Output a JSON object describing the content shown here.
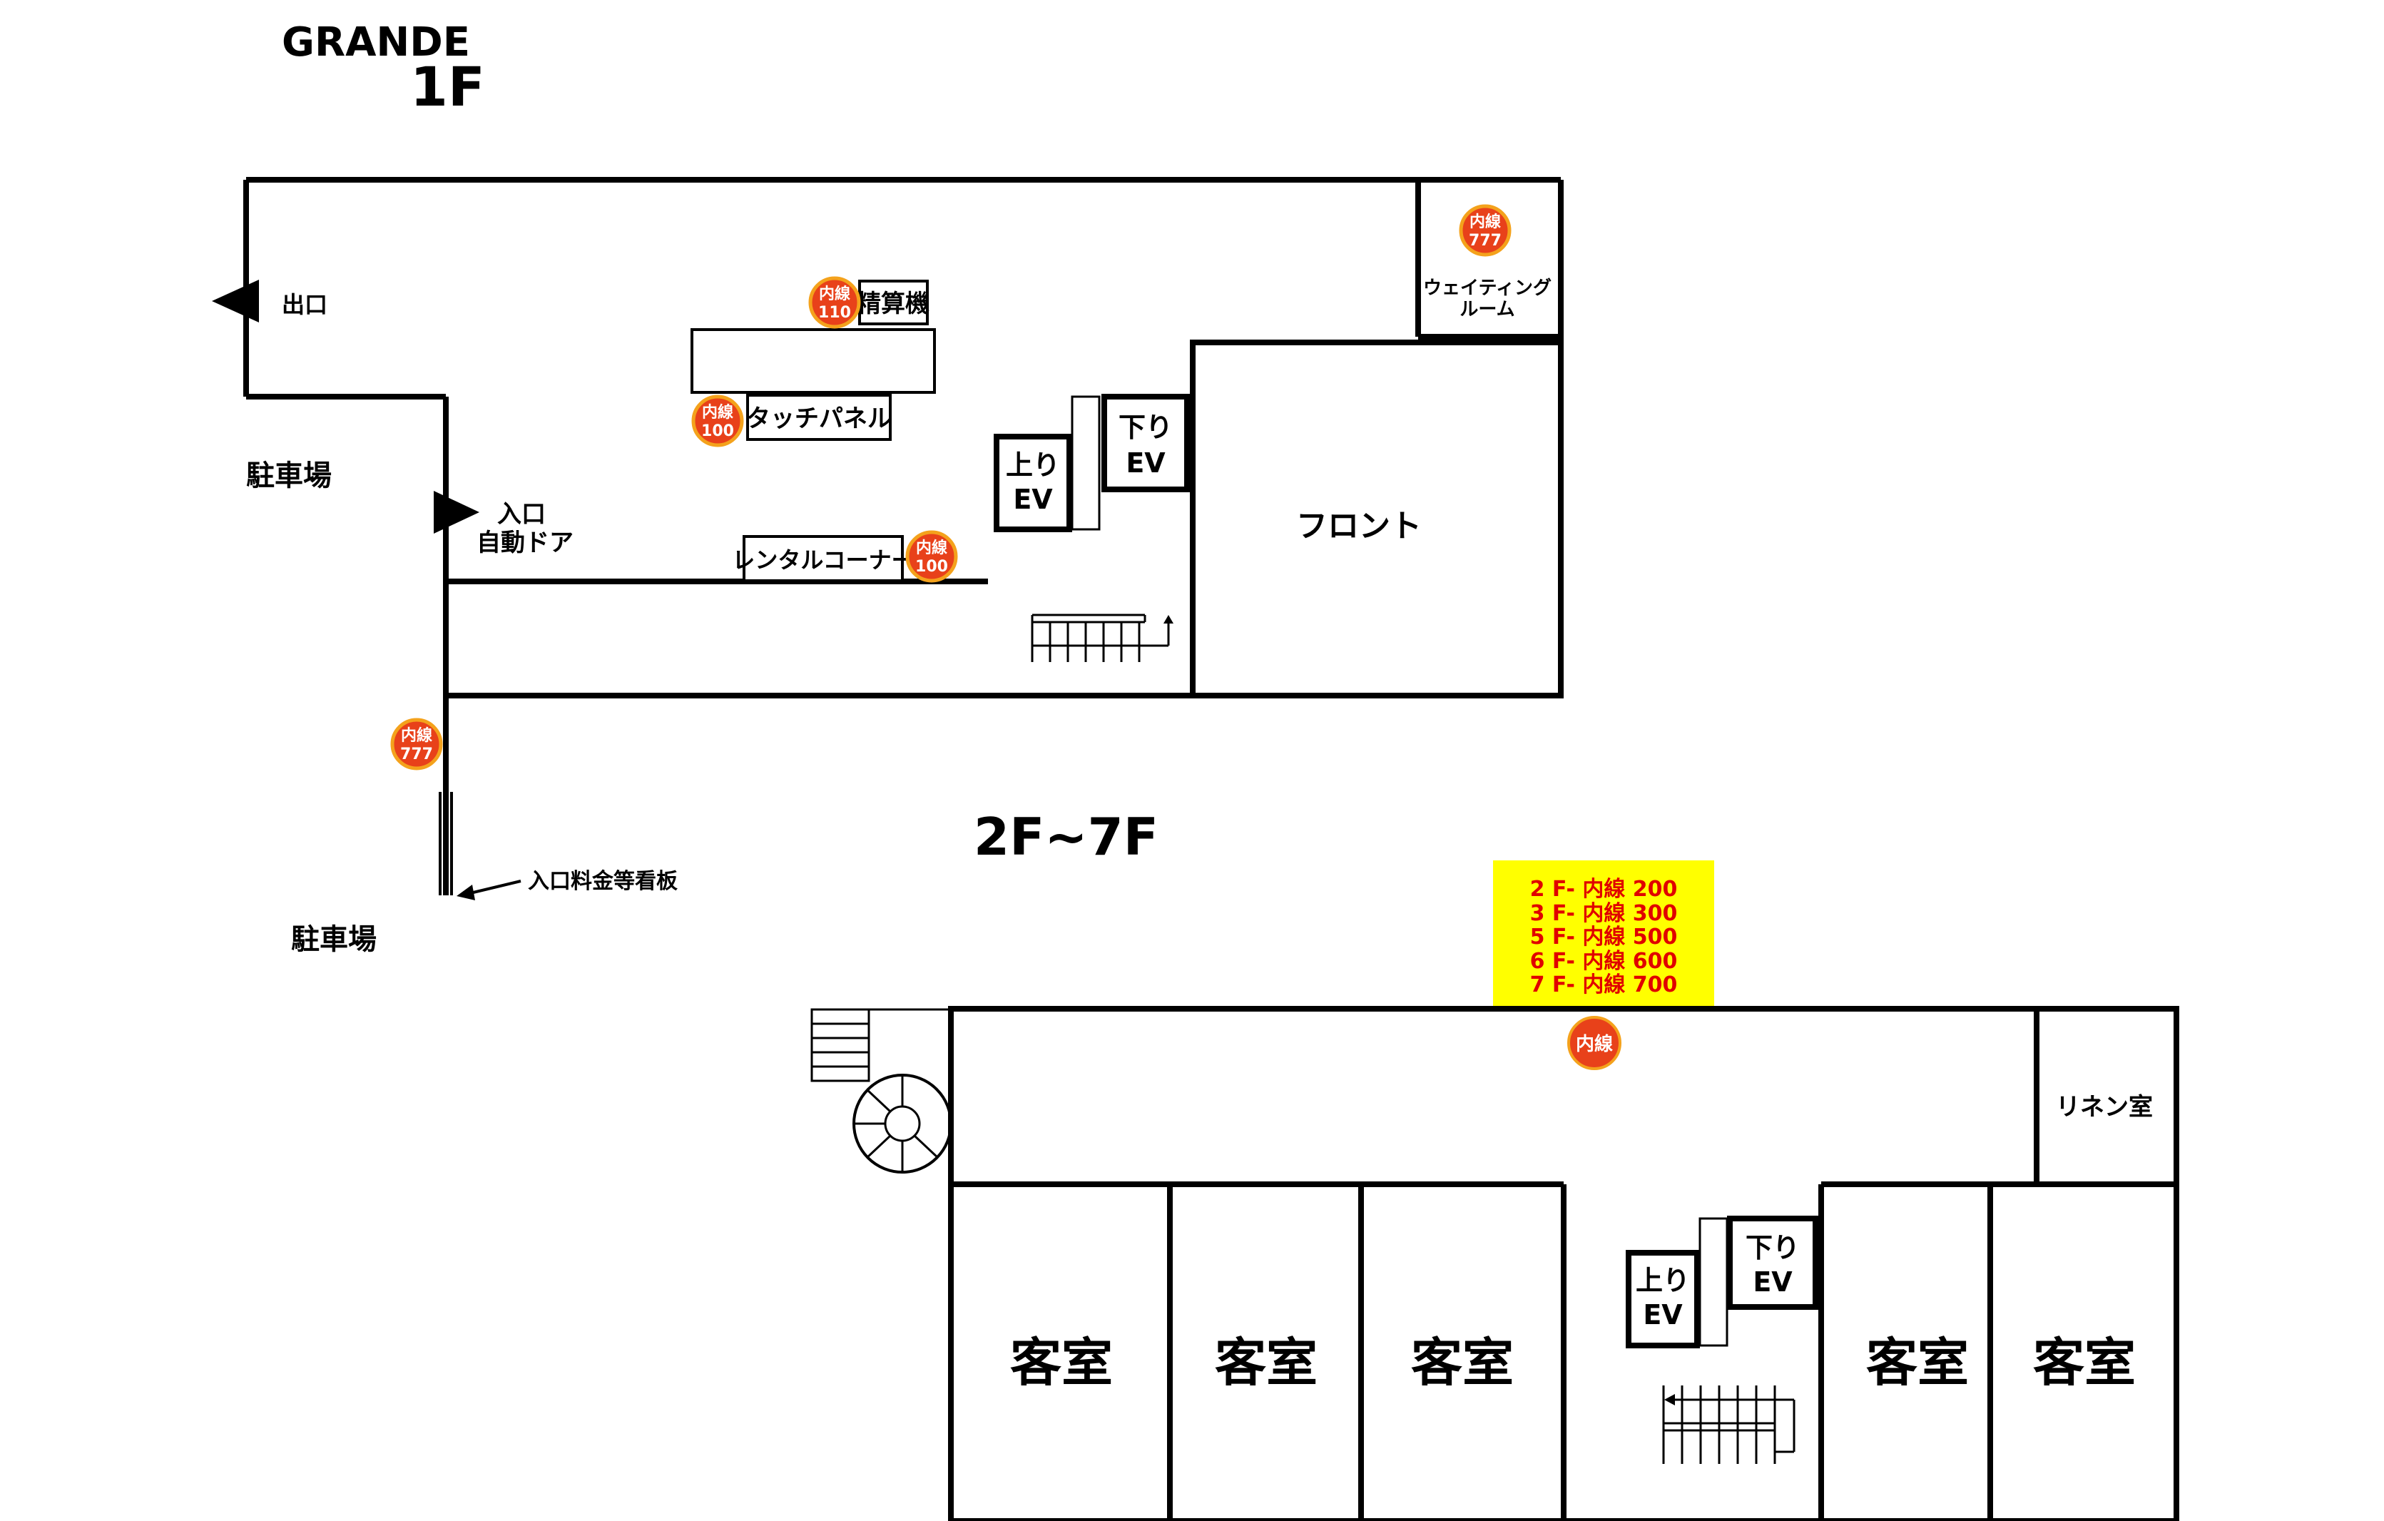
{
  "building": {
    "name": "GRANDE"
  },
  "floor1": {
    "heading": "1F",
    "labels": {
      "exit": "出口",
      "entrance": "入口",
      "auto_door": "自動ドア",
      "parking_left": "駐車場",
      "parking_bottom": "駐車場",
      "sign": "入口料金等看板",
      "payment_machine": "精算機",
      "touch_panel": "タッチパネル",
      "rental_corner": "レンタルコーナー",
      "up_ev_1": "上り",
      "up_ev_2": "EV",
      "down_ev_1": "下り",
      "down_ev_2": "EV",
      "front": "フロント",
      "waiting_1": "ウェイティング",
      "waiting_2": "ルーム"
    },
    "phones": [
      {
        "id": "waiting",
        "line1": "内線",
        "line2": "777"
      },
      {
        "id": "payment",
        "line1": "内線",
        "line2": "110"
      },
      {
        "id": "touch",
        "line1": "内線",
        "line2": "100"
      },
      {
        "id": "rental",
        "line1": "内線",
        "line2": "100"
      },
      {
        "id": "outside",
        "line1": "内線",
        "line2": "777"
      }
    ]
  },
  "floor2_7": {
    "heading": "2F~7F",
    "extensions": [
      "2 F- 内線 200",
      "3 F- 内線 300",
      "5 F- 内線 500",
      "6 F- 内線 600",
      "7 F- 内線 700"
    ],
    "phone_label": "内線",
    "linen": "リネン室",
    "rooms": [
      "客室",
      "客室",
      "客室",
      "客室",
      "客室"
    ],
    "up_ev_1": "上り",
    "up_ev_2": "EV",
    "down_ev_1": "下り",
    "down_ev_2": "EV"
  },
  "colors": {
    "wall": "#000000",
    "phone_fill": "#e8411a",
    "phone_ring": "#f4a21c",
    "phone_text": "#ffffff",
    "extension_bg": "#ffff00",
    "extension_text": "#e00000"
  }
}
